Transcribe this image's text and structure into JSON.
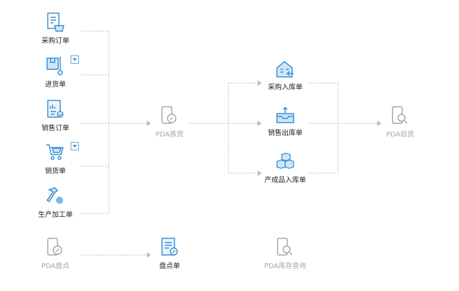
{
  "left_sources": [
    {
      "label": "采购订单",
      "icon": "purchase-order-icon"
    },
    {
      "label": "进货单",
      "icon": "receiving-icon",
      "has_dropdown": true
    },
    {
      "label": "销售订单",
      "icon": "sales-order-icon"
    },
    {
      "label": "销货单",
      "icon": "sales-cart-icon",
      "has_dropdown": true
    },
    {
      "label": "生产加工单",
      "icon": "production-icon"
    }
  ],
  "pda_pick": {
    "label": "PDA拣货",
    "icon": "pda-pick-icon"
  },
  "warehouse_docs": [
    {
      "label": "采购入库单",
      "icon": "warehouse-in-icon"
    },
    {
      "label": "销售出库单",
      "icon": "outbound-tray-icon"
    },
    {
      "label": "产成品入库单",
      "icon": "boxes-icon"
    }
  ],
  "pda_inspect": {
    "label": "PDA验货",
    "icon": "pda-inspect-icon"
  },
  "bottom": [
    {
      "label": "PDA盘点",
      "icon": "pda-stocktake-icon"
    },
    {
      "label": "盘点单",
      "icon": "stocktake-doc-icon"
    },
    {
      "label": "PDA库存查询",
      "icon": "pda-inventory-query-icon"
    }
  ],
  "colors": {
    "icon": "#3a8fd4",
    "grey": "#a6a6a6",
    "line": "#b5b5b5"
  }
}
